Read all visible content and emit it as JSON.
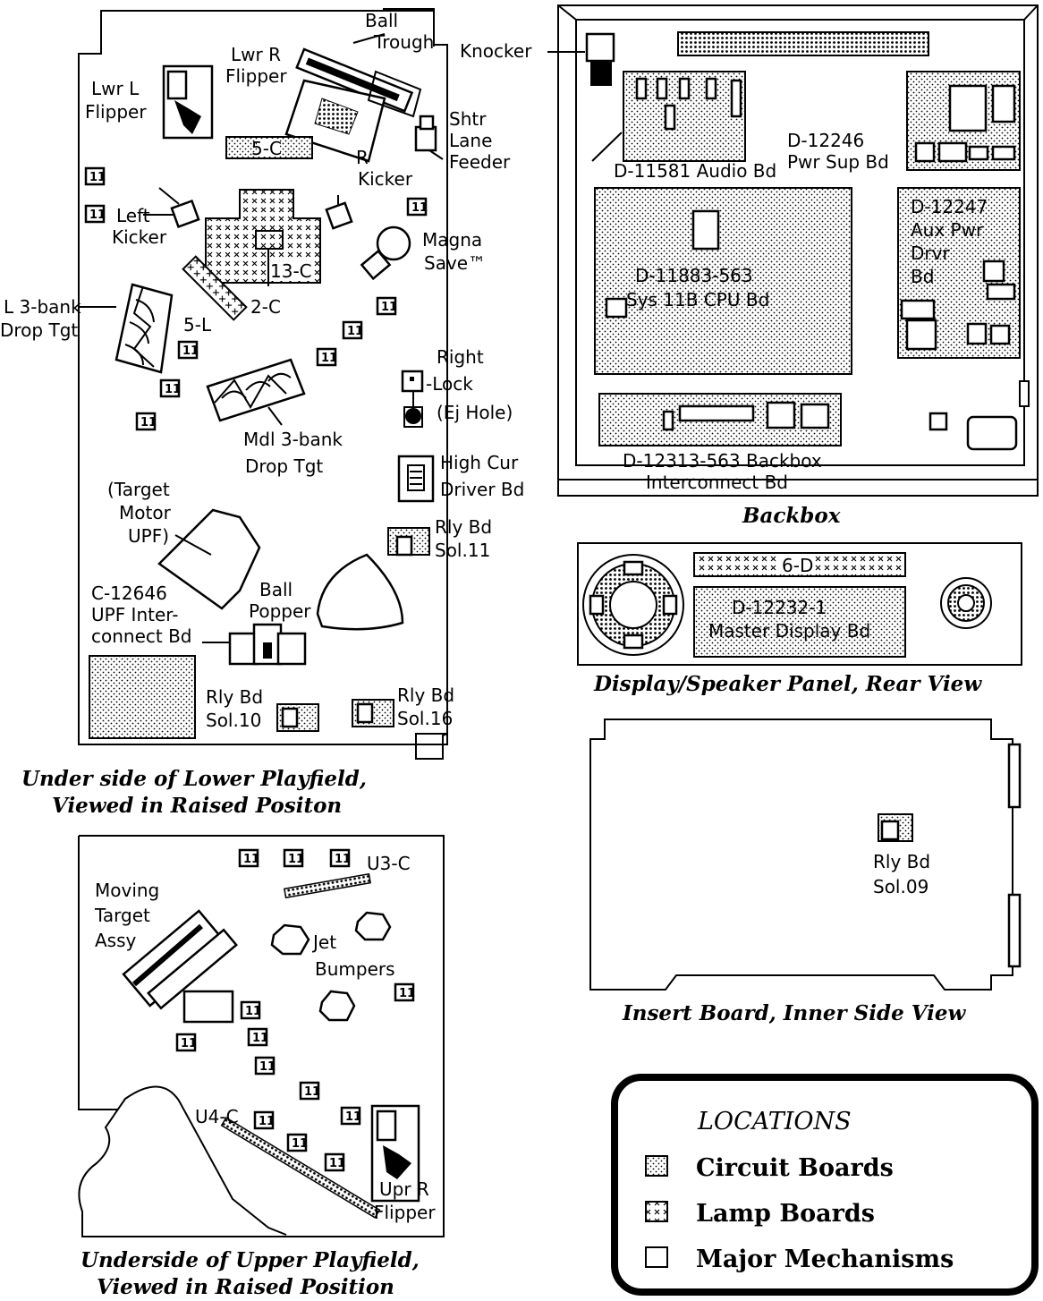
{
  "lower_playfield": {
    "caption_line1": "Under side of Lower Playfield,",
    "caption_line2": "Viewed in Raised Positon",
    "labels": {
      "ball_trough": "Ball Trough",
      "lwr_r_flipper": "Lwr R Flipper",
      "lwr_l_flipper": "Lwr L Flipper",
      "lamp_5c": "5-C",
      "shtr_lane_feeder": "Shtr Lane Feeder",
      "r_kicker": "R Kicker",
      "left_kicker": "Left Kicker",
      "magna_save": "Magna Save™",
      "lamp_13c": "13-C",
      "lamp_2c": "2-C",
      "lamp_5l": "5-L",
      "l3bank": "L 3-bank Drop Tgt",
      "right_lock": "Right -Lock (Ej Hole)",
      "mdl3bank": "Mdl 3-bank Drop Tgt",
      "high_cur": "High Cur Driver Bd",
      "target_motor": "(Target Motor UPF)",
      "rly_sol11": "Rly Bd Sol.11",
      "c12646": "C-12646 UPF Inter- connect Bd",
      "ball_popper": "Ball Popper",
      "rly_sol10": "Rly Bd Sol.10",
      "rly_sol16": "Rly Bd Sol.16"
    }
  },
  "backbox": {
    "caption": "Backbox",
    "knocker": "Knocker",
    "audio_bd": "D-11581 Audio Bd",
    "pwr_sup": "D-12246 Pwr Sup Bd",
    "aux_pwr": "D-12247 Aux Pwr Drvr Bd",
    "cpu_bd_1": "D-11883-563",
    "cpu_bd_2": "Sys 11B CPU Bd",
    "interconnect_1": "D-12313-563 Backbox",
    "interconnect_2": "Interconnect Bd"
  },
  "display_panel": {
    "caption": "Display/Speaker Panel, Rear View",
    "lamp_6d": "6-D",
    "master_1": "D-12232-1",
    "master_2": "Master Display Bd"
  },
  "insert_board": {
    "caption": "Insert Board, Inner Side View",
    "rly_1": "Rly Bd",
    "rly_2": "Sol.09"
  },
  "upper_playfield": {
    "caption_line1": "Underside of Upper Playfield,",
    "caption_line2": "Viewed in Raised Position",
    "u3c": "U3-C",
    "moving_target": "Moving Target Assy",
    "jet_bumpers": "Jet Bumpers",
    "u4c": "U4-C",
    "upr_r_flipper": "Upr R Flipper"
  },
  "legend": {
    "title": "LOCATIONS",
    "items": [
      "Circuit Boards",
      "Lamp Boards",
      "Major Mechanisms"
    ]
  },
  "lamp_socket_label": "11"
}
